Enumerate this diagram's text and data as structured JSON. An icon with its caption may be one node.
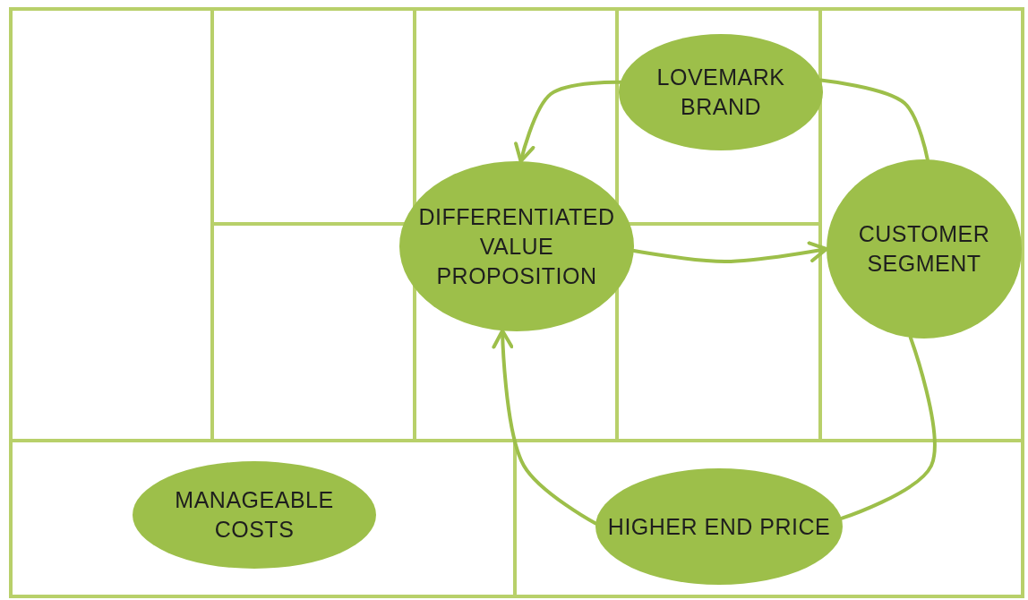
{
  "diagram": {
    "nodes": [
      {
        "text": [
          "LOVEMARK BRAND"
        ]
      },
      {
        "text": [
          "DIFFERENTIATED VALUE PROPOSITION"
        ]
      },
      {
        "text": [
          "CUSTOMER SEGMENT"
        ]
      },
      {
        "text": [
          "MANAGEABLE COSTS"
        ]
      },
      {
        "text": [
          "HIGHER END PRICE"
        ]
      }
    ],
    "edges": [
      {
        "from": 0,
        "to": 1,
        "arrow": "to"
      },
      {
        "from": 0,
        "to": 2,
        "arrow": "none"
      },
      {
        "from": 1,
        "to": 2,
        "arrow": "to"
      },
      {
        "from": 2,
        "to": 4,
        "arrow": "none"
      },
      {
        "from": 4,
        "to": 1,
        "arrow": "to"
      }
    ]
  }
}
